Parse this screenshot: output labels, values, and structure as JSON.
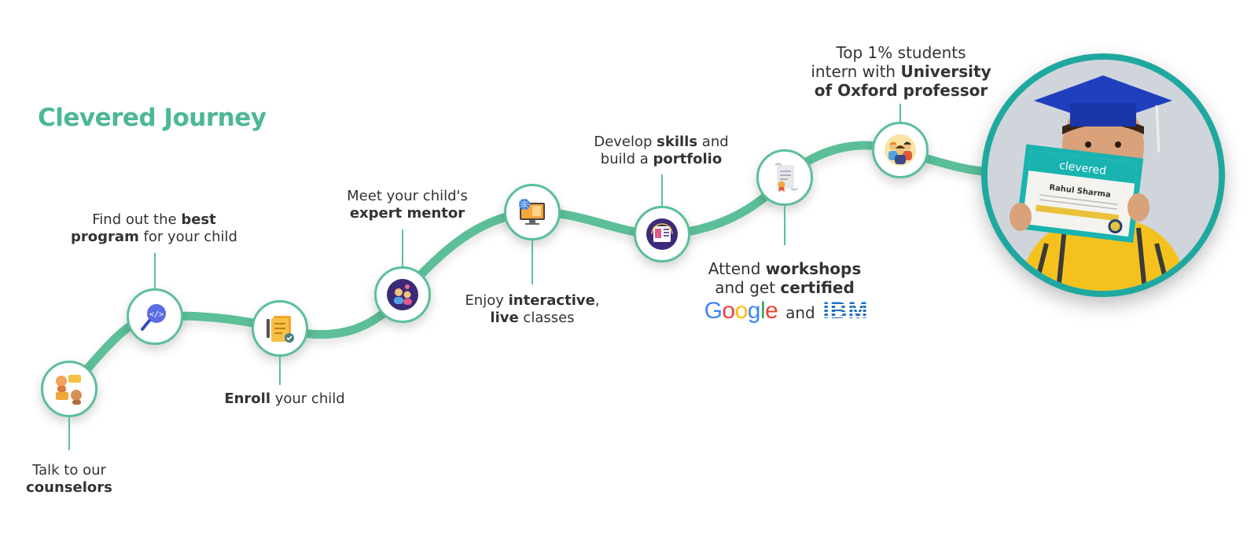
{
  "title": "Clevered Journey",
  "colors": {
    "accent": "#5bbf98",
    "title": "#4cb894",
    "photo_ring": "#1fa89f"
  },
  "steps": [
    {
      "icon": "chat-people-icon",
      "parts": [
        [
          "Talk to our",
          false
        ],
        [
          "counselors",
          true
        ]
      ]
    },
    {
      "icon": "code-search-icon",
      "parts": [
        [
          "Find out the ",
          false
        ],
        [
          "best",
          true
        ],
        [
          "program",
          true
        ],
        [
          " for your child",
          false
        ]
      ]
    },
    {
      "icon": "document-pen-icon",
      "parts": [
        [
          "Enroll",
          true
        ],
        [
          " your child",
          false
        ]
      ]
    },
    {
      "icon": "mentor-icon",
      "parts": [
        [
          "Meet your child's",
          false
        ],
        [
          "expert mentor",
          true
        ]
      ]
    },
    {
      "icon": "online-class-icon",
      "parts": [
        [
          "Enjoy ",
          false
        ],
        [
          "interactive",
          true
        ],
        [
          ",",
          false
        ],
        [
          "live",
          true
        ],
        [
          " classes",
          false
        ]
      ]
    },
    {
      "icon": "portfolio-icon",
      "parts": [
        [
          "Develop ",
          false
        ],
        [
          "skills",
          true
        ],
        [
          " and",
          false
        ],
        [
          "build a ",
          false
        ],
        [
          "portfolio",
          true
        ]
      ]
    },
    {
      "icon": "certificate-icon",
      "parts": [
        [
          "Attend ",
          false
        ],
        [
          "workshops",
          true
        ],
        [
          "and get ",
          false
        ],
        [
          "certified",
          true
        ]
      ],
      "logos": {
        "google": "Google",
        "and": "and",
        "ibm": "IBM"
      }
    },
    {
      "icon": "students-group-icon",
      "parts": [
        [
          "Top 1% students",
          false
        ],
        [
          "intern with ",
          false
        ],
        [
          "University",
          true
        ],
        [
          "of Oxford professor",
          true
        ]
      ]
    }
  ],
  "certificate": {
    "brand": "clevered",
    "name": "Rahul Sharma"
  }
}
